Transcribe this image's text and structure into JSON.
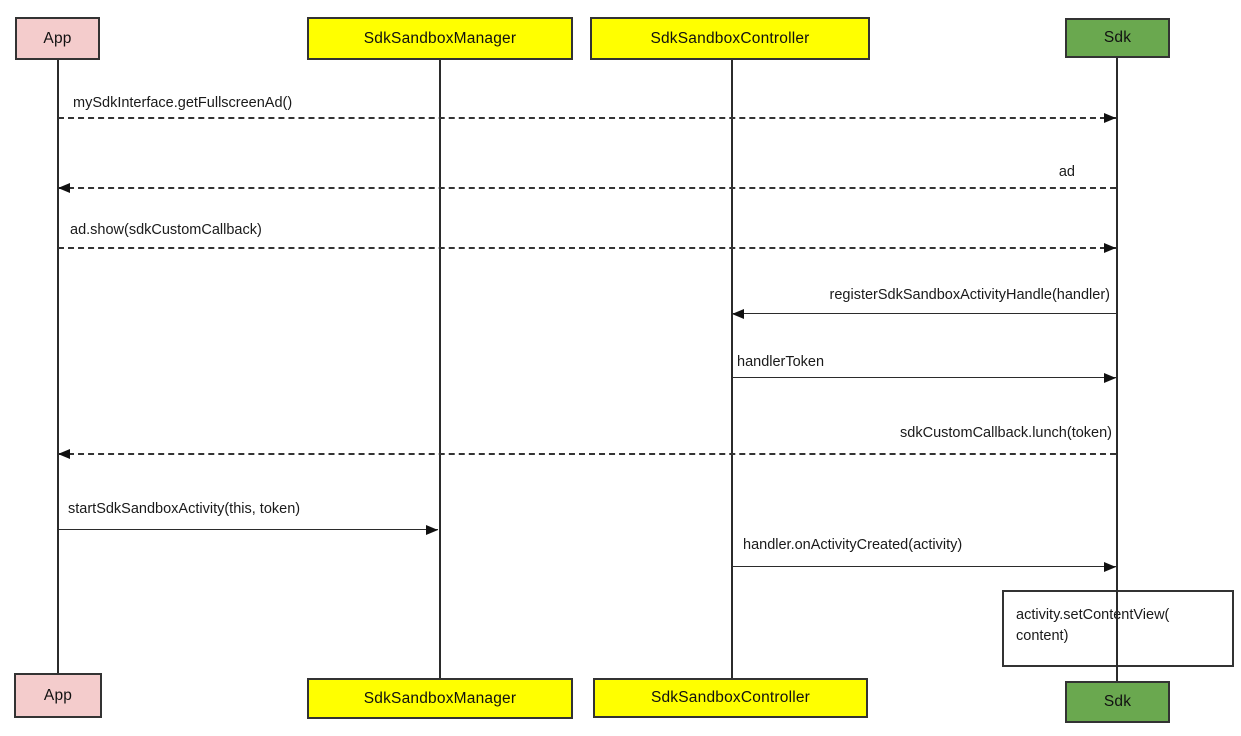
{
  "diagram": {
    "type": "uml-sequence-diagram",
    "colors": {
      "app_fill": "#f4cccc",
      "manager_fill": "#ffff00",
      "controller_fill": "#ffff00",
      "sdk_fill": "#6aa84f",
      "border": "#333333",
      "line": "#333333",
      "background": "#ffffff"
    },
    "actors": [
      {
        "id": "app",
        "label": "App",
        "fill": "#f4cccc"
      },
      {
        "id": "sdk-sandbox-manager",
        "label": "SdkSandboxManager",
        "fill": "#ffff00"
      },
      {
        "id": "sdk-sandbox-controller",
        "label": "SdkSandboxController",
        "fill": "#ffff00"
      },
      {
        "id": "sdk",
        "label": "Sdk",
        "fill": "#6aa84f"
      }
    ],
    "messages": [
      {
        "label": "mySdkInterface.getFullscreenAd()",
        "from": "App",
        "to": "Sdk",
        "style": "dashed",
        "arrow": "right"
      },
      {
        "label": "ad",
        "from": "Sdk",
        "to": "App",
        "style": "dashed",
        "arrow": "left"
      },
      {
        "label": "ad.show(sdkCustomCallback)",
        "from": "App",
        "to": "Sdk",
        "style": "dashed",
        "arrow": "right"
      },
      {
        "label": "registerSdkSandboxActivityHandle(handler)",
        "from": "Sdk",
        "to": "SdkSandboxController",
        "style": "solid",
        "arrow": "left"
      },
      {
        "label": "handlerToken",
        "from": "SdkSandboxController",
        "to": "Sdk",
        "style": "solid",
        "arrow": "right"
      },
      {
        "label": "sdkCustomCallback.lunch(token)",
        "from": "Sdk",
        "to": "App",
        "style": "dashed",
        "arrow": "left"
      },
      {
        "label": "startSdkSandboxActivity(this, token)",
        "from": "App",
        "to": "SdkSandboxManager",
        "style": "solid",
        "arrow": "right"
      },
      {
        "label": "handler.onActivityCreated(activity)",
        "from": "SdkSandboxController",
        "to": "Sdk",
        "style": "solid",
        "arrow": "right"
      }
    ],
    "note": {
      "attached_to": "Sdk",
      "line1": "activity.setContentView(",
      "line2": "content)"
    }
  }
}
